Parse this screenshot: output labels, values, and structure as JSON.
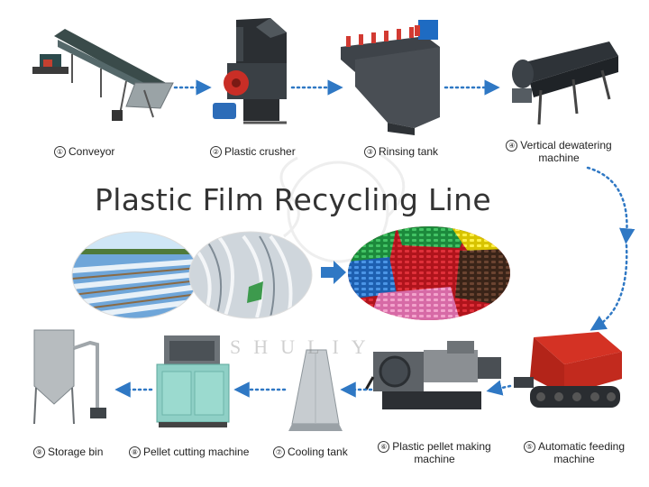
{
  "title": "Plastic Film Recycling Line",
  "watermark": "SHULIY",
  "colors": {
    "arrow": "#2f78c4",
    "title": "#333333"
  },
  "steps": [
    {
      "num": "①",
      "label": "Conveyor"
    },
    {
      "num": "②",
      "label": "Plastic crusher"
    },
    {
      "num": "③",
      "label": "Rinsing tank"
    },
    {
      "num": "④",
      "label_line1": "Vertical dewatering",
      "label_line2": "machine"
    },
    {
      "num": "⑤",
      "label_line1": "Automatic feeding",
      "label_line2": "machine"
    },
    {
      "num": "⑥",
      "label_line1": "Plastic pellet making",
      "label_line2": "machine"
    },
    {
      "num": "⑦",
      "label": "Cooling tank"
    },
    {
      "num": "⑧",
      "label": "Pellet cutting machine"
    },
    {
      "num": "⑨",
      "label": "Storage bin"
    }
  ]
}
